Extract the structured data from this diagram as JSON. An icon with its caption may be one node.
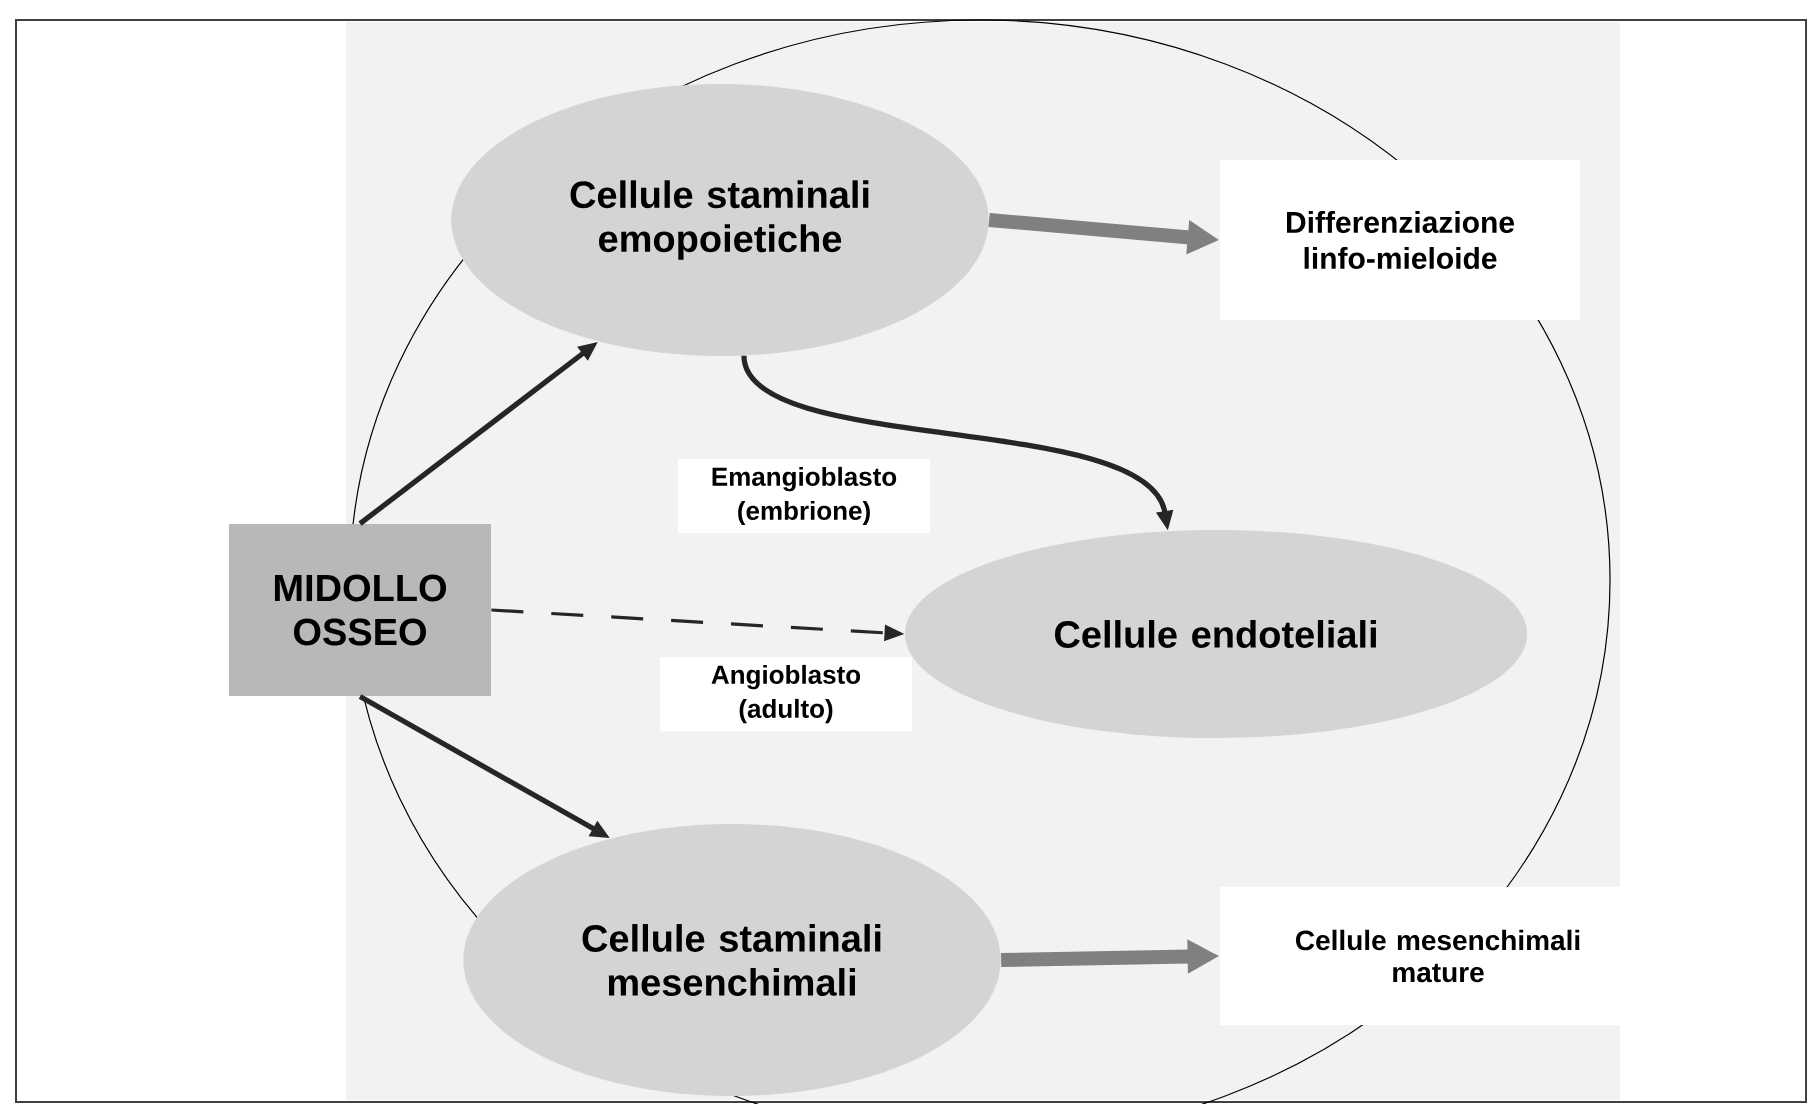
{
  "diagram": {
    "nodes": [
      {
        "text": [
          "MIDOLLO OSSEO"
        ]
      },
      {
        "text": [
          "Cellule staminali emopoietiche"
        ]
      },
      {
        "text": [
          "Differenziazione linfo-mieloide"
        ]
      },
      {
        "text": [
          "Cellule endoteliali"
        ]
      },
      {
        "text": [
          "Cellule staminali mesenchimali"
        ]
      },
      {
        "text": [
          "Cellule mesenchimali mature"
        ]
      }
    ],
    "edges": [
      {
        "from": 0,
        "to": 1,
        "arrow": "to"
      },
      {
        "from": 1,
        "to": 2,
        "arrow": "to",
        "style": "thick",
        "color": "#808080"
      },
      {
        "from": 1,
        "to": 3,
        "arrow": "to",
        "label": "Emangioblasto (embrione)"
      },
      {
        "from": 0,
        "to": 3,
        "arrow": "to",
        "label": "Angioblasto (adulto)",
        "style": "dashed"
      },
      {
        "from": 0,
        "to": 4,
        "arrow": "to"
      },
      {
        "from": 4,
        "to": 5,
        "arrow": "to",
        "style": "thick",
        "color": "#808080"
      }
    ]
  }
}
